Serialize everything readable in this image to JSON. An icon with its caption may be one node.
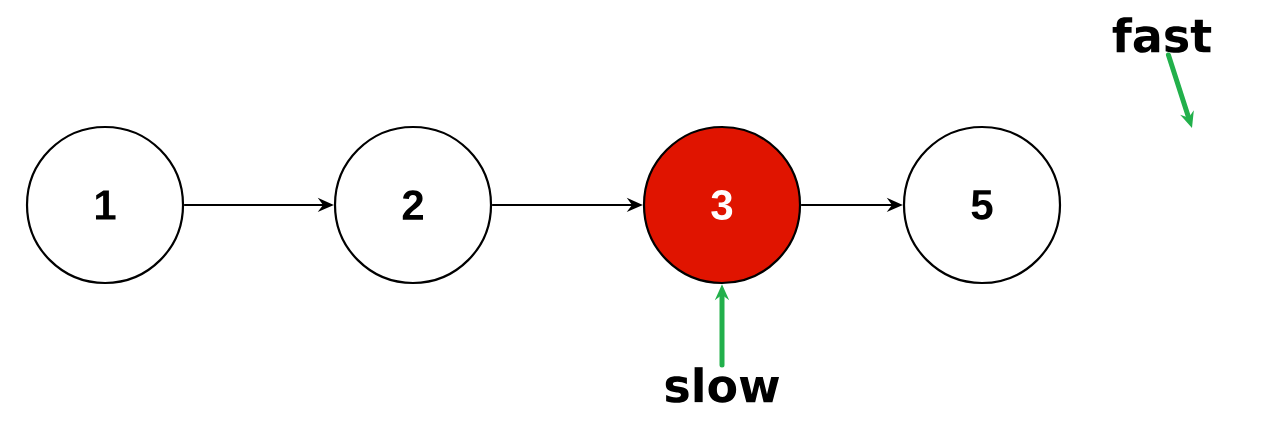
{
  "diagram": {
    "nodes": [
      {
        "text": [
          "1"
        ]
      },
      {
        "text": [
          "2"
        ]
      },
      {
        "text": [
          "3"
        ]
      },
      {
        "text": [
          "5"
        ]
      },
      {
        "text": [
          "slow"
        ]
      },
      {
        "text": [
          "fast"
        ]
      }
    ],
    "edges": [
      {
        "from": 0,
        "to": 1,
        "arrow": "to"
      },
      {
        "from": 1,
        "to": 2,
        "arrow": "to"
      },
      {
        "from": 2,
        "to": 3,
        "arrow": "to"
      },
      {
        "from": 4,
        "to": 2,
        "arrow": "to",
        "style": "thick",
        "color": "#22b04b"
      },
      {
        "from": 5,
        "to": null,
        "arrow": "to",
        "style": "thick",
        "color": "#22b04b"
      }
    ]
  }
}
